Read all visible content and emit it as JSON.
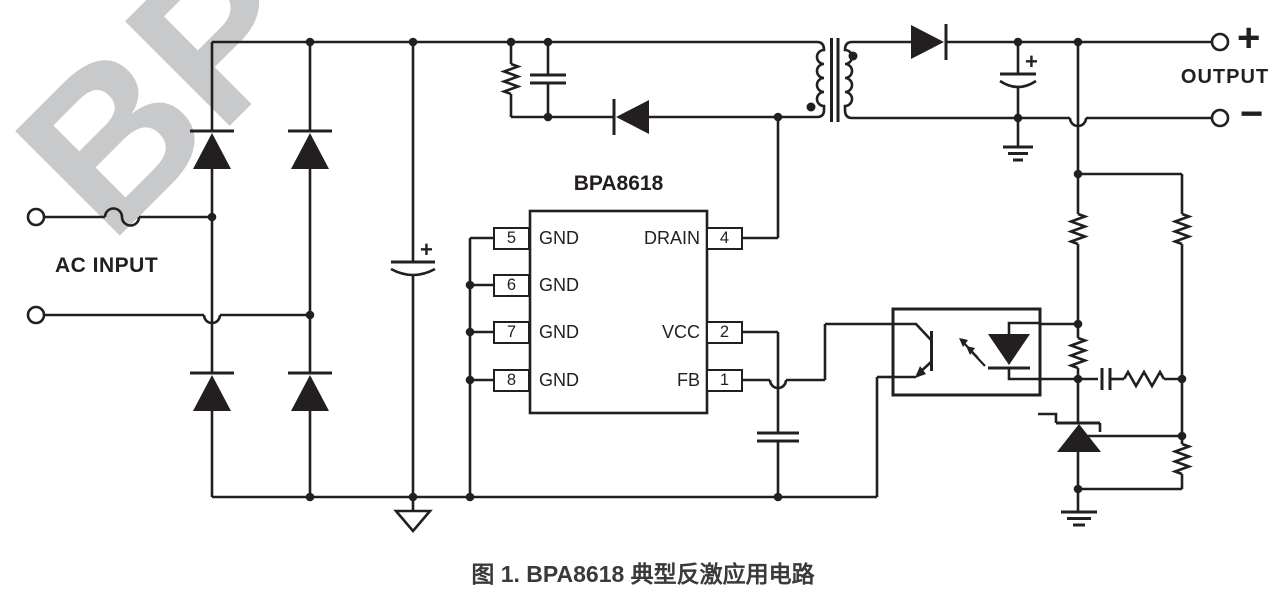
{
  "watermark": "BP",
  "labels": {
    "ac_input": "AC INPUT",
    "output": "OUTPUT",
    "out_plus": "+",
    "out_minus": "−",
    "cap_plus": "+",
    "caption": "图 1. BPA8618 典型反激应用电路"
  },
  "ic": {
    "title": "BPA8618",
    "left_pins": [
      {
        "number": "5",
        "label": "GND"
      },
      {
        "number": "6",
        "label": "GND"
      },
      {
        "number": "7",
        "label": "GND"
      },
      {
        "number": "8",
        "label": "GND"
      }
    ],
    "right_pins": [
      {
        "number": "4",
        "label": "DRAIN"
      },
      {
        "number": "2",
        "label": "VCC"
      },
      {
        "number": "1",
        "label": "FB"
      }
    ]
  },
  "colors": {
    "line": "#231f20",
    "watermark": "#c8c9ca",
    "caption": "#3a3a3a"
  }
}
